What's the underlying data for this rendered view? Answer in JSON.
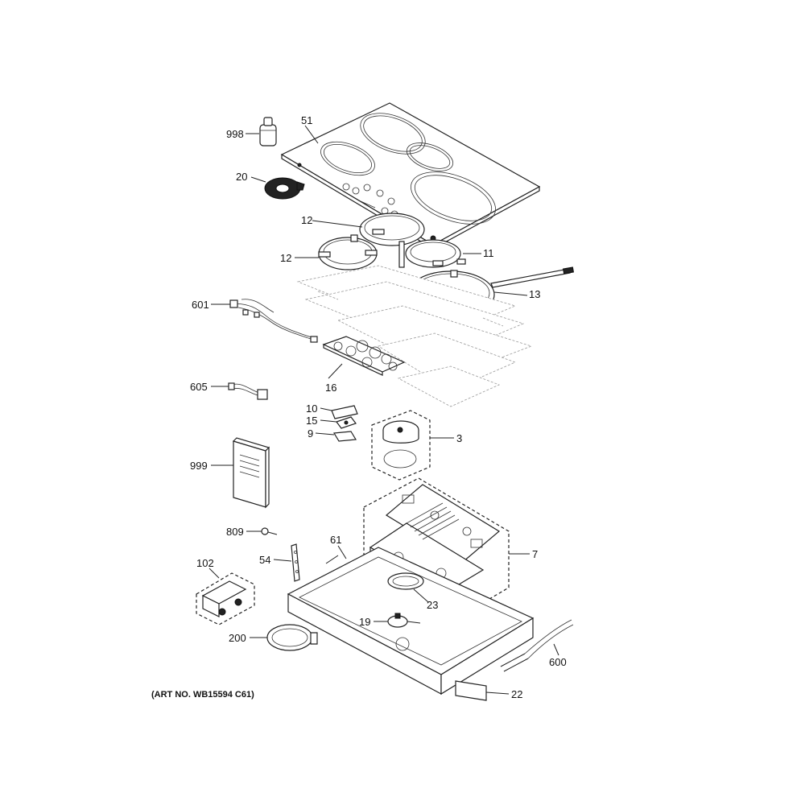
{
  "art_number": "(ART NO. WB15594 C61)",
  "callouts": {
    "c998": "998",
    "c51": "51",
    "c20": "20",
    "c12a": "12",
    "c12b": "12",
    "c11": "11",
    "c13": "13",
    "c601": "601",
    "c16": "16",
    "c605": "605",
    "c10": "10",
    "c15": "15",
    "c9": "9",
    "c3": "3",
    "c999": "999",
    "c809": "809",
    "c61": "61",
    "c7": "7",
    "c54": "54",
    "c102": "102",
    "c23": "23",
    "c19": "19",
    "c200": "200",
    "c600": "600",
    "c22": "22"
  }
}
